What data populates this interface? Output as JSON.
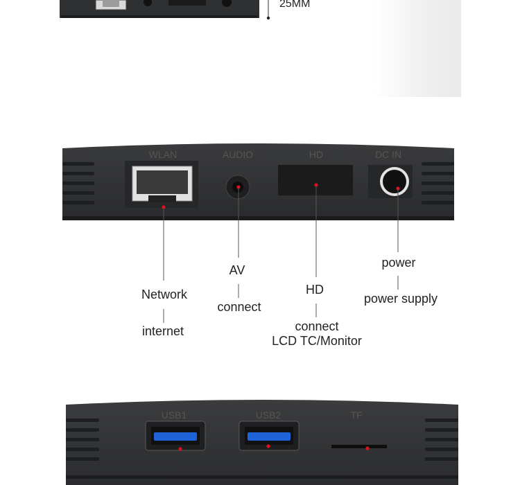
{
  "dimension": {
    "height_label": "25MM"
  },
  "rear_panel": {
    "port_labels": [
      "WLAN",
      "AUDIO",
      "HD",
      "DC IN"
    ]
  },
  "callouts": {
    "network": {
      "title": "Network",
      "sub": "internet"
    },
    "av": {
      "title": "AV",
      "sub": "connect"
    },
    "hd": {
      "title": "HD",
      "sub": "connect",
      "sub2": "LCD TC/Monitor"
    },
    "power": {
      "title": "power",
      "sub": "power supply"
    }
  },
  "side_panel": {
    "port_labels": [
      "USB1",
      "USB2",
      "TF"
    ]
  },
  "colors": {
    "device_body": "#2f3032",
    "marker": "#e0101c",
    "usb_blue": "#1e63d8"
  }
}
